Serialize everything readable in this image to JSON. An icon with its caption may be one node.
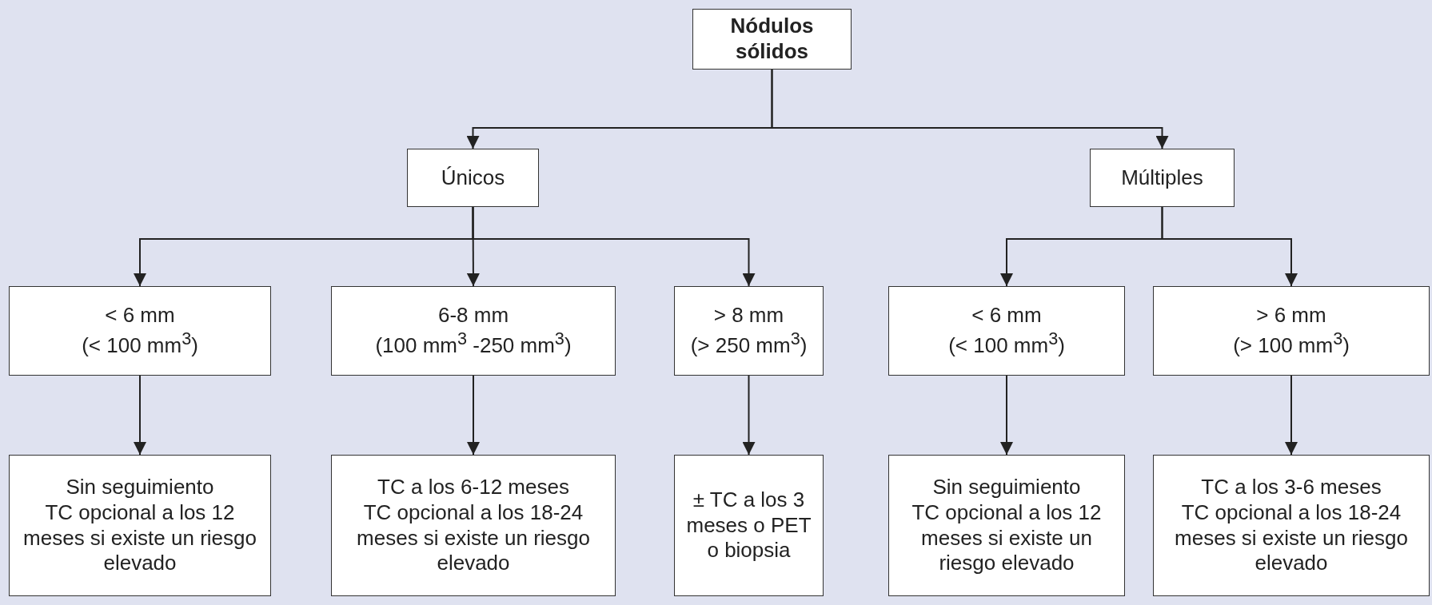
{
  "diagram": {
    "nodes": [
      {
        "text": [
          "Nódulos sólidos"
        ]
      },
      {
        "text": [
          "Únicos"
        ]
      },
      {
        "text": [
          "Múltiples"
        ]
      },
      {
        "text": [
          "< 6 mm",
          "(< 100 mm$^{3}$)"
        ]
      },
      {
        "text": [
          "6-8 mm",
          "(100 mm$^{3}$ -250 mm$^{3}$)"
        ]
      },
      {
        "text": [
          "> 8 mm",
          "(> 250 mm$^{3}$)"
        ]
      },
      {
        "text": [
          "< 6 mm",
          "(< 100 mm$^{3}$)"
        ]
      },
      {
        "text": [
          "> 6 mm",
          "(> 100 mm$^{3}$)"
        ]
      },
      {
        "text": [
          "Sin seguimiento",
          "TC opcional a los 12 meses si existe un riesgo elevado"
        ]
      },
      {
        "text": [
          "TC a los 6-12 meses",
          "TC opcional a los 18-24 meses si existe un riesgo elevado"
        ]
      },
      {
        "text": [
          "± TC a los 3 meses o PET o biopsia"
        ]
      },
      {
        "text": [
          "Sin seguimiento",
          "TC opcional a los 12 meses si existe un riesgo elevado"
        ]
      },
      {
        "text": [
          "TC a los 3-6 meses",
          "TC opcional a los 18-24 meses si existe un riesgo elevado"
        ]
      }
    ],
    "edges": [
      {
        "from": 0,
        "to": 1,
        "arrow": "to"
      },
      {
        "from": 0,
        "to": 2,
        "arrow": "to"
      },
      {
        "from": 1,
        "to": 3,
        "arrow": "to"
      },
      {
        "from": 1,
        "to": 4,
        "arrow": "to"
      },
      {
        "from": 1,
        "to": 5,
        "arrow": "to"
      },
      {
        "from": 2,
        "to": 6,
        "arrow": "to"
      },
      {
        "from": 2,
        "to": 7,
        "arrow": "to"
      },
      {
        "from": 3,
        "to": 8,
        "arrow": "to"
      },
      {
        "from": 4,
        "to": 9,
        "arrow": "to"
      },
      {
        "from": 5,
        "to": 10,
        "arrow": "to"
      },
      {
        "from": 6,
        "to": 11,
        "arrow": "to"
      },
      {
        "from": 7,
        "to": 12,
        "arrow": "to"
      }
    ]
  }
}
